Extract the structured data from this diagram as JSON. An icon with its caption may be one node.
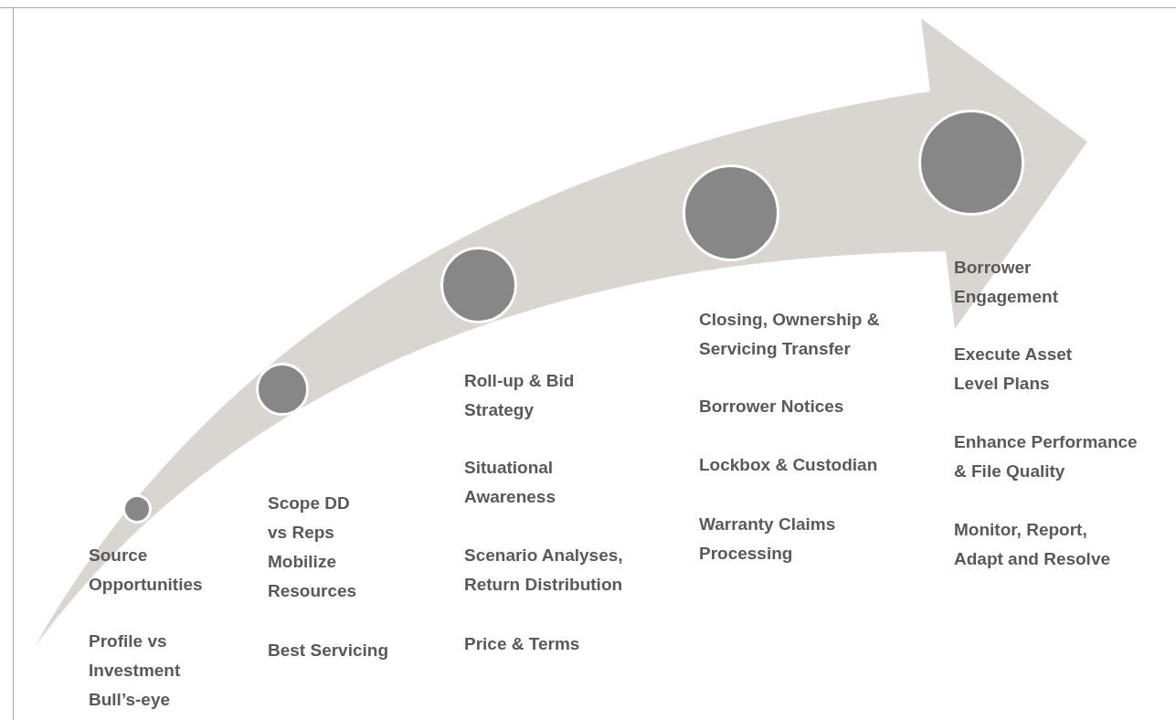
{
  "diagram": {
    "nodes": [
      {
        "text": [],
        "shape": "circle"
      },
      {
        "text": [],
        "shape": "circle"
      },
      {
        "text": [],
        "shape": "circle"
      },
      {
        "text": [],
        "shape": "circle"
      },
      {
        "text": [],
        "shape": "circle"
      }
    ],
    "labels": [
      "Source Opportunities",
      "Profile vs Investment Bull’s-eye",
      "Scope DD vs Reps",
      "Mobilize Resources",
      "Best Servicing",
      "Roll-up & Bid Strategy",
      "Situational Awareness",
      "Scenario Analyses, Return Distribution",
      "Price & Terms",
      "Closing, Ownership & Servicing Transfer",
      "Borrower Notices",
      "Lockbox & Custodian",
      "Warranty Claims Processing",
      "Borrower Engagement",
      "Execute Asset Level Plans",
      "Enhance Performance & File Quality",
      "Monitor, Report, Adapt and Resolve"
    ]
  }
}
